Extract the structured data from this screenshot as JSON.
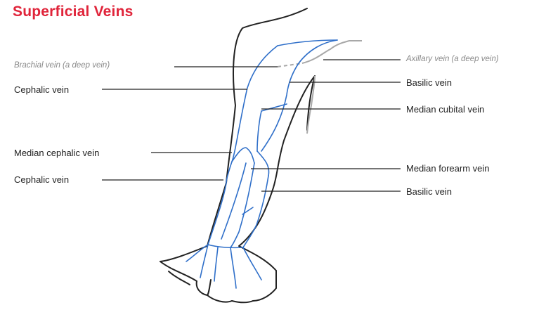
{
  "title": "Superficial Veins",
  "colors": {
    "title": "#e0243a",
    "vein": "#2f6fc9",
    "deep_vein": "#a8a8a8",
    "outline": "#222222"
  },
  "labels": {
    "brachial": "Brachial vein (a deep vein)",
    "cephalic_upper": "Cephalic vein",
    "median_cephalic": "Median cephalic vein",
    "cephalic_lower": "Cephalic vein",
    "axillary": "Axillary vein (a deep vein)",
    "basilic_upper": "Basilic vein",
    "median_cubital": "Median cubital vein",
    "median_forearm": "Median forearm vein",
    "basilic_lower": "Basilic vein"
  }
}
